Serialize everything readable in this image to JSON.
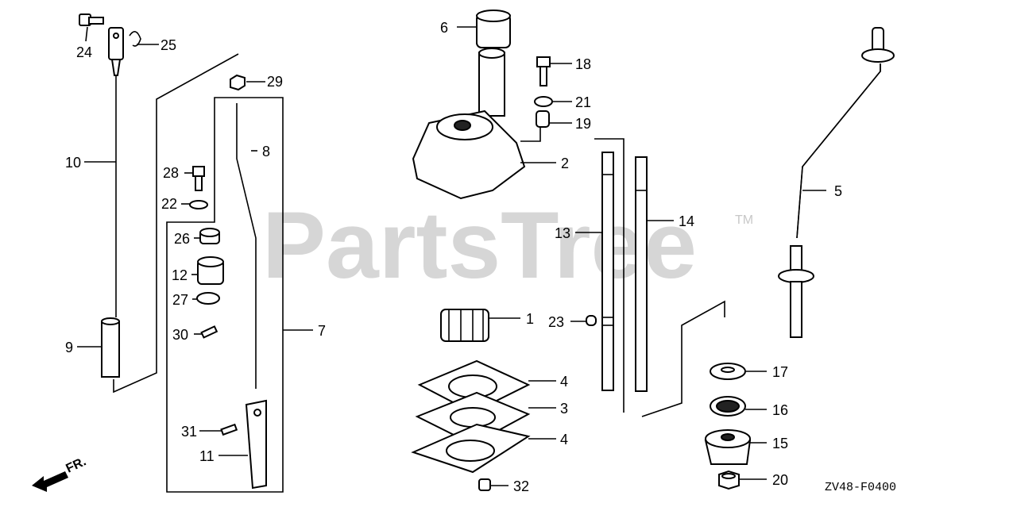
{
  "watermark": {
    "text": "PartsTree",
    "trademark": "TM"
  },
  "diagram_code": "ZV48-F0400",
  "direction_label": "FR.",
  "callouts": [
    "24",
    "25",
    "29",
    "10",
    "28",
    "22",
    "26",
    "12",
    "27",
    "30",
    "9",
    "31",
    "11",
    "8",
    "7",
    "6",
    "18",
    "21",
    "19",
    "2",
    "1",
    "4",
    "3",
    "4",
    "32",
    "23",
    "13",
    "14",
    "5",
    "17",
    "16",
    "15",
    "20"
  ],
  "colors": {
    "ink": "#000000",
    "background": "#ffffff",
    "watermark": "#d6d6d6"
  }
}
